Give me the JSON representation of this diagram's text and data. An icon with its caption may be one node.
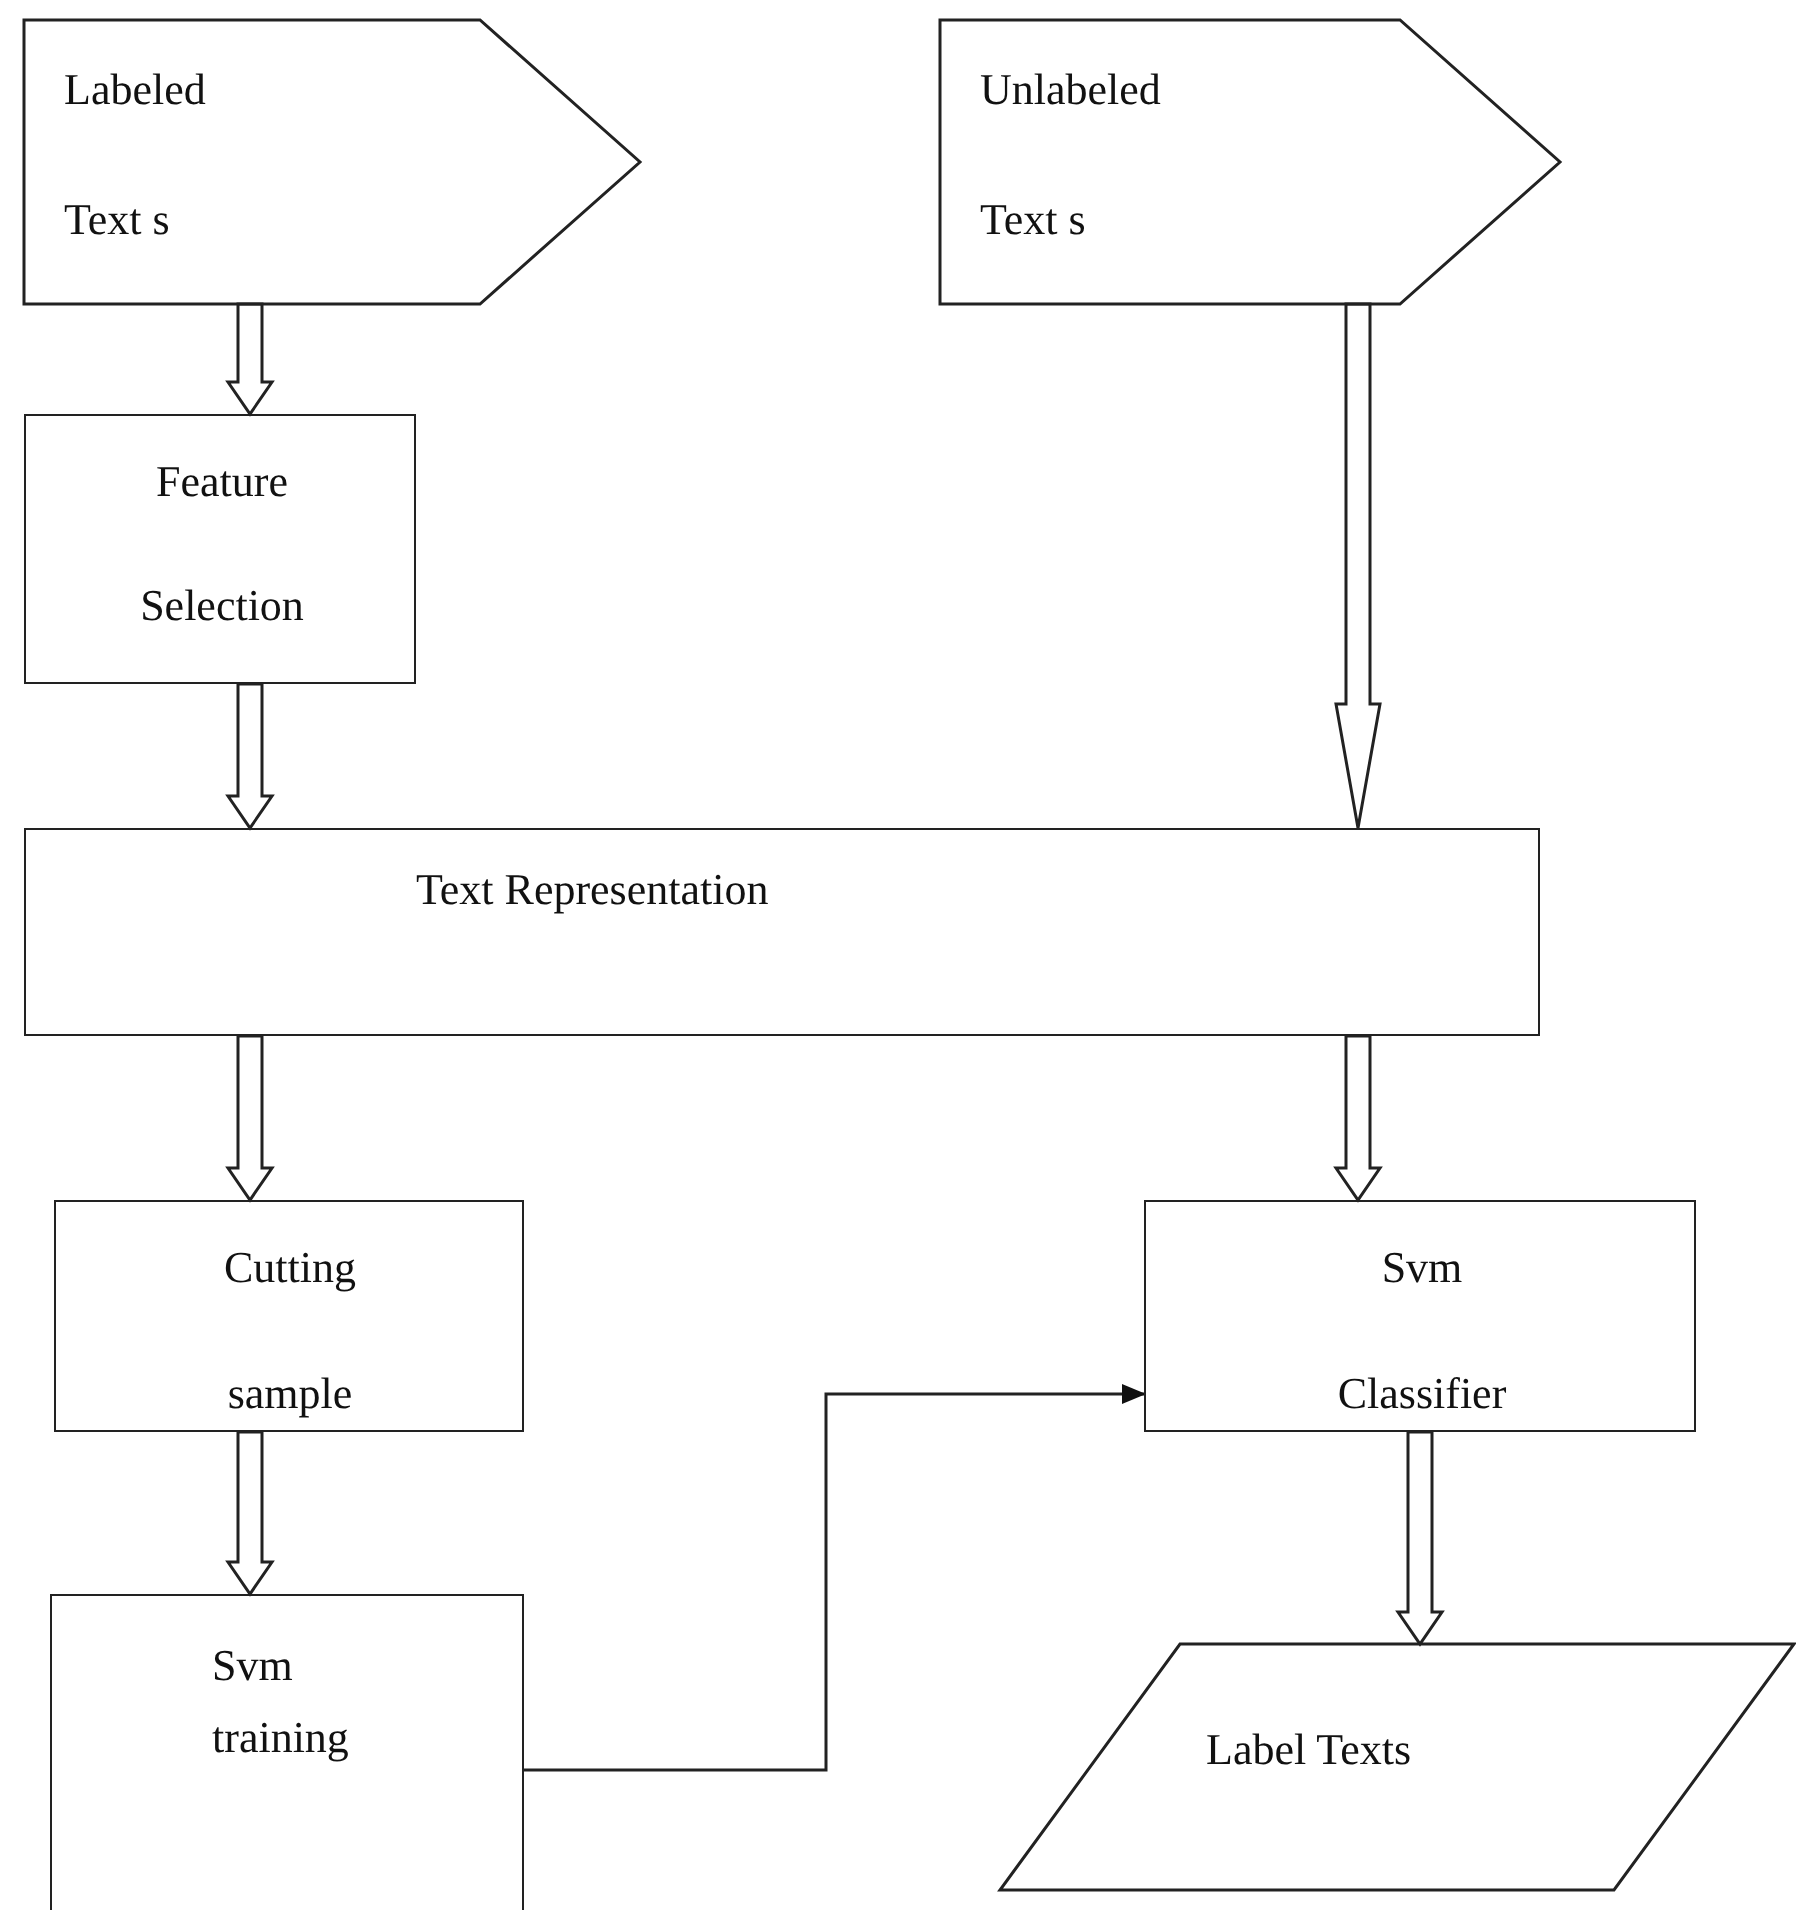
{
  "diagram": {
    "nodes": [
      {
        "text": [
          "Labeled Text s"
        ]
      },
      {
        "text": [
          "Unlabeled Text s"
        ]
      },
      {
        "text": [
          "Feature Selection"
        ]
      },
      {
        "text": [
          "Text Representation"
        ]
      },
      {
        "text": [
          "Cutting sample"
        ]
      },
      {
        "text": [
          "Svm training"
        ]
      },
      {
        "text": [
          "Svm Classifier"
        ]
      },
      {
        "text": [
          "Label Texts"
        ]
      }
    ],
    "edges": [
      {
        "from": 0,
        "to": 2,
        "arrow": "to"
      },
      {
        "from": 2,
        "to": 3,
        "arrow": "to"
      },
      {
        "from": 1,
        "to": 3,
        "arrow": "to"
      },
      {
        "from": 3,
        "to": 4,
        "arrow": "to"
      },
      {
        "from": 3,
        "to": 6,
        "arrow": "to"
      },
      {
        "from": 4,
        "to": 5,
        "arrow": "to"
      },
      {
        "from": 6,
        "to": 7,
        "arrow": "to"
      },
      {
        "from": 5,
        "to": 6,
        "arrow": "to"
      }
    ]
  }
}
